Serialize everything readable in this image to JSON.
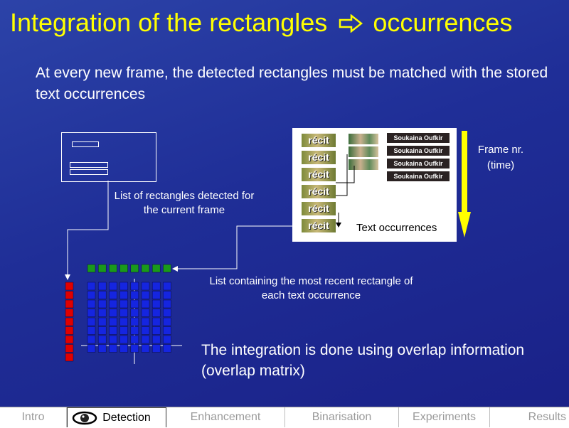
{
  "slide": {
    "title_before": "Integration of the rectangles",
    "title_after": "occurrences",
    "arrow_icon": "right-arrow-icon",
    "subtitle": "At every new frame, the detected rectangles must be matched with the stored text occurrences",
    "rect_list_label": "List of rectangles detected for the current frame",
    "panel_label": "Text occurrences",
    "frame_label": "Frame nr. (time)",
    "recent_label": "List containing the most recent rectangle of each text occurrence",
    "bottom_note": "The integration is done using overlap information (overlap matrix)",
    "recit_text": "récit",
    "name_text": "Soukaina Oufkir"
  },
  "nav": {
    "tabs": [
      {
        "label": "Intro"
      },
      {
        "label": "Detection"
      },
      {
        "label": "Enhancement"
      },
      {
        "label": "Binarisation"
      },
      {
        "label": "Experiments"
      },
      {
        "label": "Results"
      }
    ],
    "active": "Detection",
    "active_icon": "eye-icon"
  },
  "colors": {
    "title": "#ffff00",
    "background": "#1f2e97",
    "matrix_cell": "#1525e0",
    "column_cell": "#e00000",
    "row_cell": "#1a9a1a",
    "time_arrow": "#ffff00"
  },
  "matrix": {
    "rows": 8,
    "columns": 8
  }
}
